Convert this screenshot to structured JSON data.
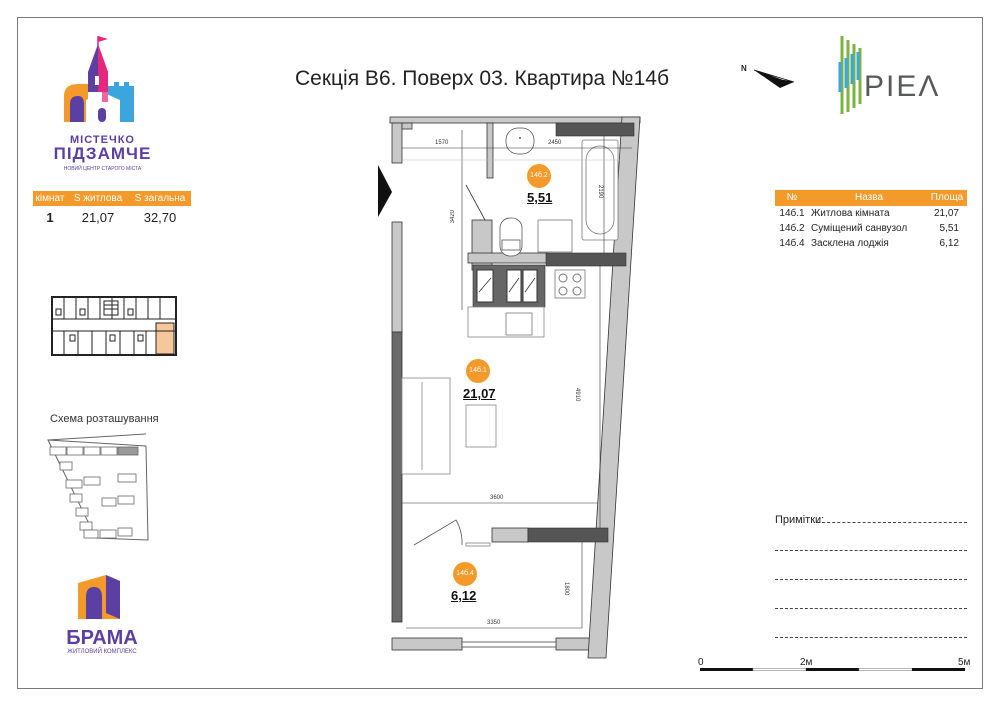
{
  "header": {
    "title": "Секція В6. Поверх 03. Квартира №14б",
    "north_label": "N",
    "developer_logo": "PIEΛ"
  },
  "brand": {
    "name_line1": "МІСТЕЧКО",
    "name_line2": "ПІДЗАМЧЕ",
    "tagline": "НОВИЙ ЦЕНТР СТАРОГО МІСТА",
    "colors": {
      "purple": "#5b3fa3",
      "orange": "#f39a2b",
      "pink": "#e5277d",
      "blue": "#3aa6dd"
    }
  },
  "summary": {
    "headers": [
      "кімнат",
      "S житлова",
      "S загальна"
    ],
    "values": [
      "1",
      "21,07",
      "32,70"
    ]
  },
  "scheme": {
    "title": "Схема розташування"
  },
  "brama": {
    "name": "БРАМА",
    "tagline": "ЖИТЛОВИЙ КОМПЛЕКС"
  },
  "rooms_table": {
    "headers": [
      "№",
      "Назва",
      "Площа"
    ],
    "rows": [
      {
        "num": "14б.1",
        "name": "Житлова кімната",
        "area": "21,07"
      },
      {
        "num": "14б.2",
        "name": "Суміщений санвузол",
        "area": "5,51"
      },
      {
        "num": "14б.4",
        "name": "Засклена лоджія",
        "area": "6,12"
      }
    ]
  },
  "notes": {
    "label": "Примітки:"
  },
  "scale": {
    "labels": [
      "0",
      "2м",
      "5м"
    ]
  },
  "plan": {
    "rooms": [
      {
        "id": "14б.2",
        "area": "5,51"
      },
      {
        "id": "14б.1",
        "area": "21,07"
      },
      {
        "id": "14б.4",
        "area": "6,12"
      }
    ],
    "dimensions": {
      "d1570": "1570",
      "d2450": "2450",
      "d3420": "3420",
      "d2190": "2190",
      "d4910": "4910",
      "d3600": "3600",
      "d1800": "1800",
      "d3350": "3350"
    }
  }
}
